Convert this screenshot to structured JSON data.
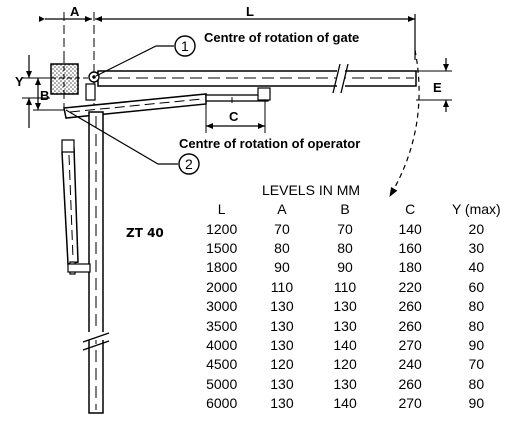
{
  "labels": {
    "dim_A": "A",
    "dim_L": "L",
    "dim_Y": "Y",
    "dim_B": "B",
    "dim_E": "E",
    "dim_C": "C",
    "gate_centre": "Centre of rotation of gate",
    "operator_centre": "Centre of rotation of operator",
    "marker_1": "1",
    "marker_2": "2"
  },
  "table": {
    "title": "LEVELS IN MM",
    "model": "ZT 40",
    "headers": [
      "L",
      "A",
      "B",
      "C",
      "Y (max)"
    ],
    "rows": [
      [
        "1200",
        "70",
        "70",
        "140",
        "20"
      ],
      [
        "1500",
        "80",
        "80",
        "160",
        "30"
      ],
      [
        "1800",
        "90",
        "90",
        "180",
        "40"
      ],
      [
        "2000",
        "110",
        "110",
        "220",
        "60"
      ],
      [
        "3000",
        "130",
        "130",
        "260",
        "80"
      ],
      [
        "3500",
        "130",
        "130",
        "260",
        "80"
      ],
      [
        "4000",
        "130",
        "140",
        "270",
        "90"
      ],
      [
        "4500",
        "120",
        "120",
        "240",
        "70"
      ],
      [
        "5000",
        "130",
        "130",
        "260",
        "80"
      ],
      [
        "6000",
        "130",
        "140",
        "270",
        "90"
      ]
    ]
  }
}
